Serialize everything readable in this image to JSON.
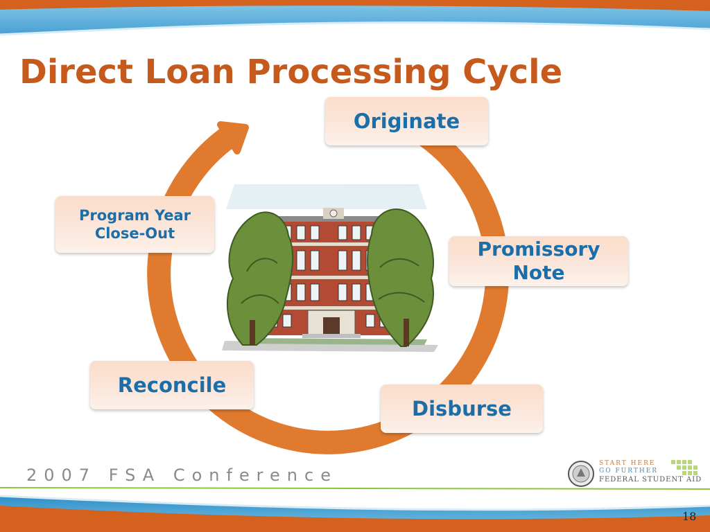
{
  "slide": {
    "title": "Direct Loan Processing Cycle",
    "page_number": "18"
  },
  "cycle": {
    "arrow_color": "#e07a2e",
    "nodes": [
      {
        "id": "originate",
        "label": "Originate"
      },
      {
        "id": "promissory-note",
        "label": "Promissory\nNote"
      },
      {
        "id": "disburse",
        "label": "Disburse"
      },
      {
        "id": "reconcile",
        "label": "Reconcile"
      },
      {
        "id": "program-year-close-out",
        "label": "Program Year\nClose-Out"
      }
    ]
  },
  "footer": {
    "conference": "2007 FSA Conference",
    "tagline_1": "START HERE",
    "tagline_2": "GO FURTHER",
    "organization": "FEDERAL STUDENT AID"
  },
  "colors": {
    "title": "#c55a1c",
    "banner_orange": "#d4621e",
    "banner_blue": "#4aa3d4",
    "node_text": "#1b6ea8"
  }
}
